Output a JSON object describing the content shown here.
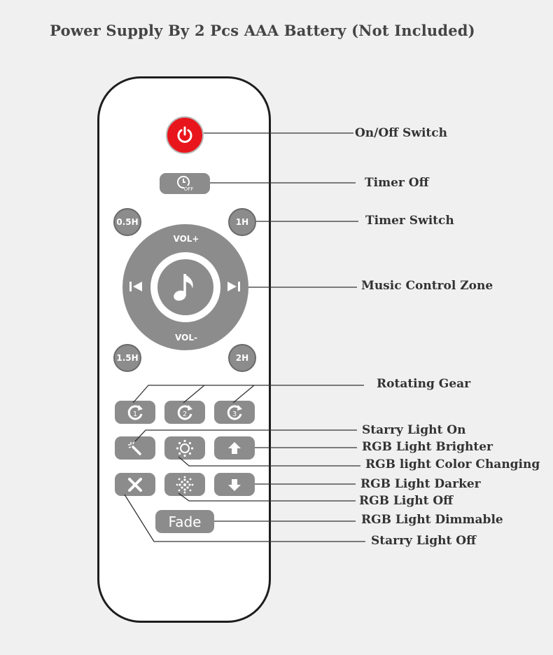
{
  "title": "Power Supply By 2 Pcs AAA Battery (Not Included)",
  "buttons": {
    "power": {
      "icon": "power-icon",
      "color": "#e8161c"
    },
    "timer_off": {
      "icon": "clock-off-icon",
      "text": "OFF"
    },
    "timer_05h": "0.5H",
    "timer_1h": "1H",
    "timer_15h": "1.5H",
    "timer_2h": "2H",
    "vol_up": "VOL+",
    "vol_down": "VOL-",
    "prev": {
      "icon": "previous-track-icon"
    },
    "next": {
      "icon": "next-track-icon"
    },
    "music": {
      "icon": "music-note-icon"
    },
    "gear1": {
      "icon": "rotate-icon",
      "text": "1"
    },
    "gear2": {
      "icon": "rotate-icon",
      "text": "2"
    },
    "gear3": {
      "icon": "rotate-icon",
      "text": "3"
    },
    "starry_on": {
      "icon": "starry-wand-icon"
    },
    "rgb_change": {
      "icon": "sun-burst-icon"
    },
    "rgb_up": {
      "icon": "arrow-up-icon"
    },
    "starry_off": {
      "icon": "starry-off-icon"
    },
    "rgb_off": {
      "icon": "dot-burst-icon"
    },
    "rgb_down": {
      "icon": "arrow-down-icon"
    },
    "fade": "Fade"
  },
  "labels": {
    "on_off": "On/Off Switch",
    "timer_off": "Timer Off",
    "timer_switch": "Timer Switch",
    "music_zone": "Music Control Zone",
    "rotating_gear": "Rotating Gear",
    "starry_on": "Starry Light On",
    "rgb_brighter": "RGB Light Brighter",
    "rgb_color_changing": "RGB light Color Changing",
    "rgb_darker": "RGB Light Darker",
    "rgb_off": "RGB Light Off",
    "rgb_dimmable": "RGB Light Dimmable",
    "starry_off": "Starry Light Off"
  },
  "colors": {
    "button_gray": "#8c8c8c",
    "power_red": "#e8161c",
    "outline": "#1e1e1e",
    "background": "#f0f0f0"
  }
}
